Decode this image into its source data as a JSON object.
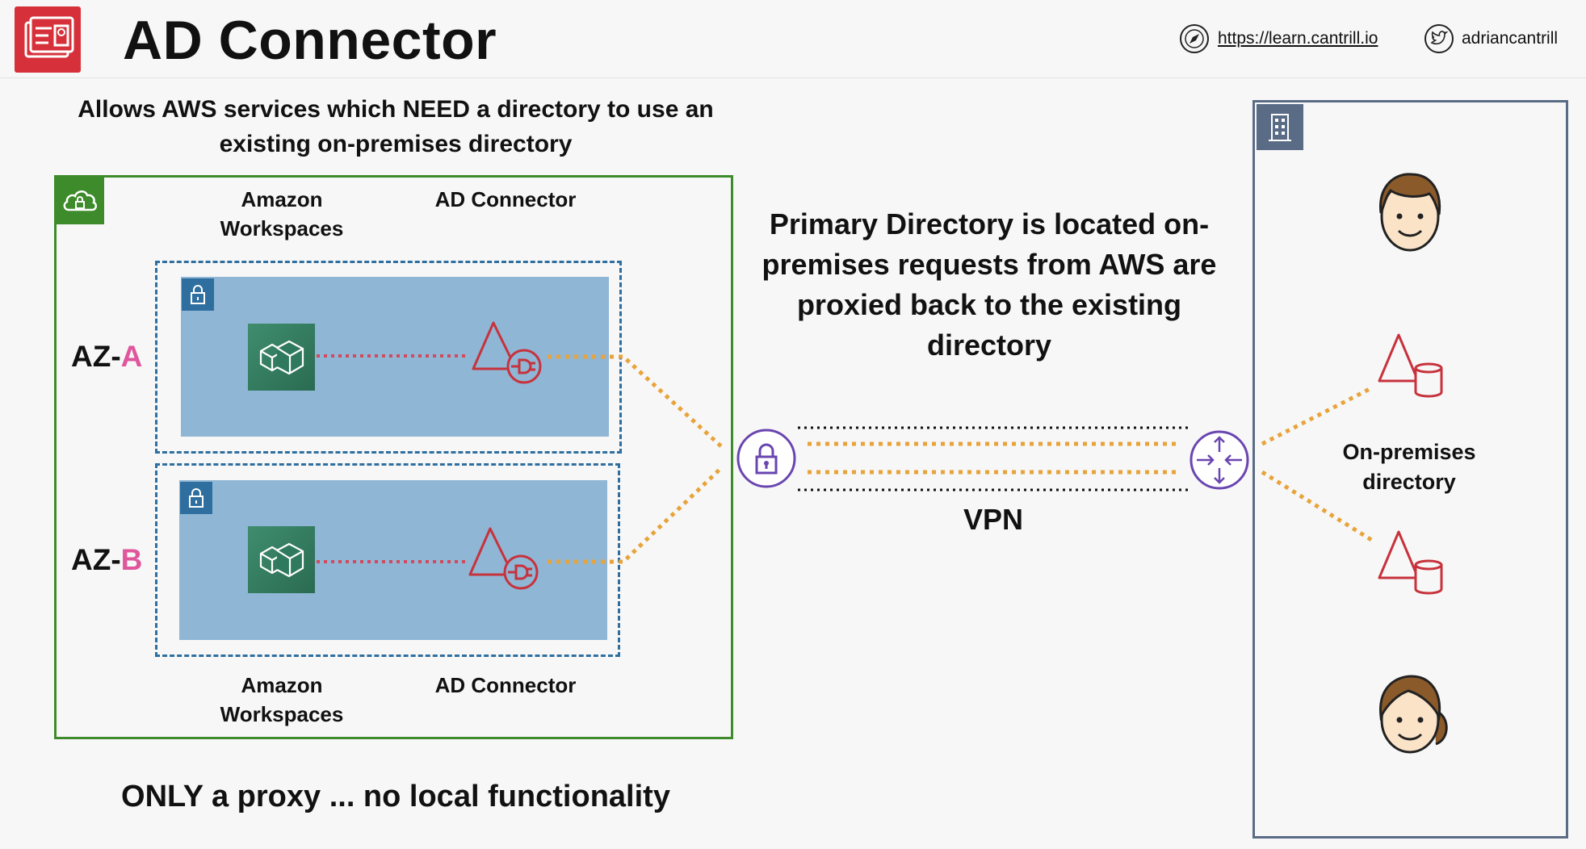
{
  "header": {
    "title": "AD Connector",
    "url": "https://learn.cantrill.io",
    "handle": "adriancantrill"
  },
  "subtitle": "Allows AWS services which NEED a directory to use an existing on-premises directory",
  "columns": {
    "top": [
      "Amazon Workspaces",
      "AD Connector"
    ],
    "bottom": [
      "Amazon Workspaces",
      "AD Connector"
    ]
  },
  "azs": [
    {
      "prefix": "AZ-",
      "letter": "A"
    },
    {
      "prefix": "AZ-",
      "letter": "B"
    }
  ],
  "primary_text": "Primary Directory is located on-premises requests from AWS are proxied back to the existing directory",
  "vpn_label": "VPN",
  "onprem_label": "On-premises directory",
  "bottom_note": "ONLY a proxy ... no local functionality",
  "colors": {
    "title_icon": "#d6313a",
    "aws_cloud": "#3d8b2a",
    "az_border": "#2f6fa0",
    "subnet": "#8fb6d4",
    "workspaces": "#2f7a5f",
    "ad_red": "#c7323c",
    "dotted_orange": "#e8a33a",
    "dotted_red": "#d24a5e",
    "vpn_purple": "#6a45b0",
    "onprem_border": "#5a6b86",
    "az_letter": "#e0569d"
  }
}
